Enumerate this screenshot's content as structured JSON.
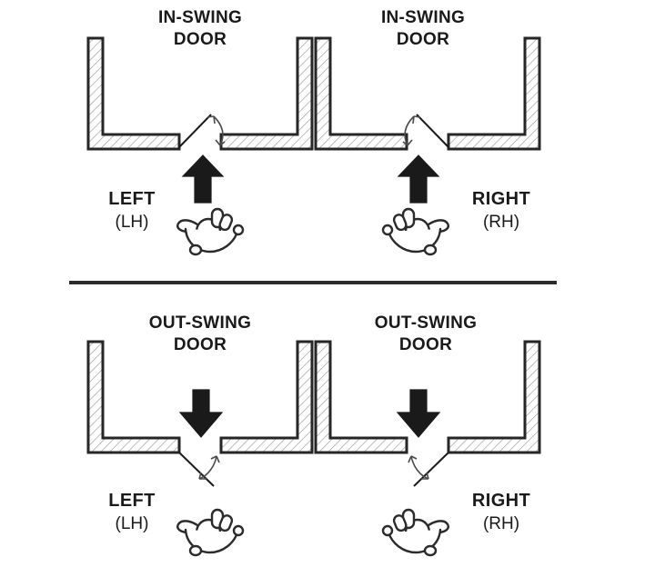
{
  "diagram": {
    "type": "door-handing-reference",
    "colors": {
      "ink": "#1a1a1a",
      "wall_outline": "#262626",
      "wall_hatch": "#9a9a9a",
      "arrow_fill": "#1a1a1a",
      "divider": "#2b2b2b",
      "background": "#ffffff"
    },
    "divider_label": "section-divider"
  },
  "sections": [
    {
      "id": "in-swing",
      "swing_label": "IN-SWING\nDOOR",
      "arrow_direction": "up",
      "units": [
        {
          "id": "in-swing-left",
          "title": "IN-SWING\nDOOR",
          "hinge_side": "left",
          "hand_big": "LEFT",
          "hand_small": "(LH)",
          "hand_icon": "left-hand-palm-up-icon",
          "label_side": "left",
          "door_leaf": "hinged-left-swings-inward",
          "swing_arrow": "double-headed-arc"
        },
        {
          "id": "in-swing-right",
          "title": "IN-SWING\nDOOR",
          "hinge_side": "right",
          "hand_big": "RIGHT",
          "hand_small": "(RH)",
          "hand_icon": "right-hand-palm-up-icon",
          "label_side": "right",
          "door_leaf": "hinged-right-swings-inward",
          "swing_arrow": "double-headed-arc"
        }
      ]
    },
    {
      "id": "out-swing",
      "swing_label": "OUT-SWING\nDOOR",
      "arrow_direction": "down",
      "units": [
        {
          "id": "out-swing-left",
          "title": "OUT-SWING\nDOOR",
          "hinge_side": "left",
          "hand_big": "LEFT",
          "hand_small": "(LH)",
          "hand_icon": "left-hand-palm-up-icon",
          "label_side": "left",
          "door_leaf": "hinged-left-swings-outward",
          "swing_arrow": "double-headed-arc"
        },
        {
          "id": "out-swing-right",
          "title": "OUT-SWING\nDOOR",
          "hinge_side": "right",
          "hand_big": "RIGHT",
          "hand_small": "(RH)",
          "hand_icon": "right-hand-palm-up-icon",
          "label_side": "right",
          "door_leaf": "hinged-right-swings-outward",
          "swing_arrow": "double-headed-arc"
        }
      ]
    }
  ]
}
